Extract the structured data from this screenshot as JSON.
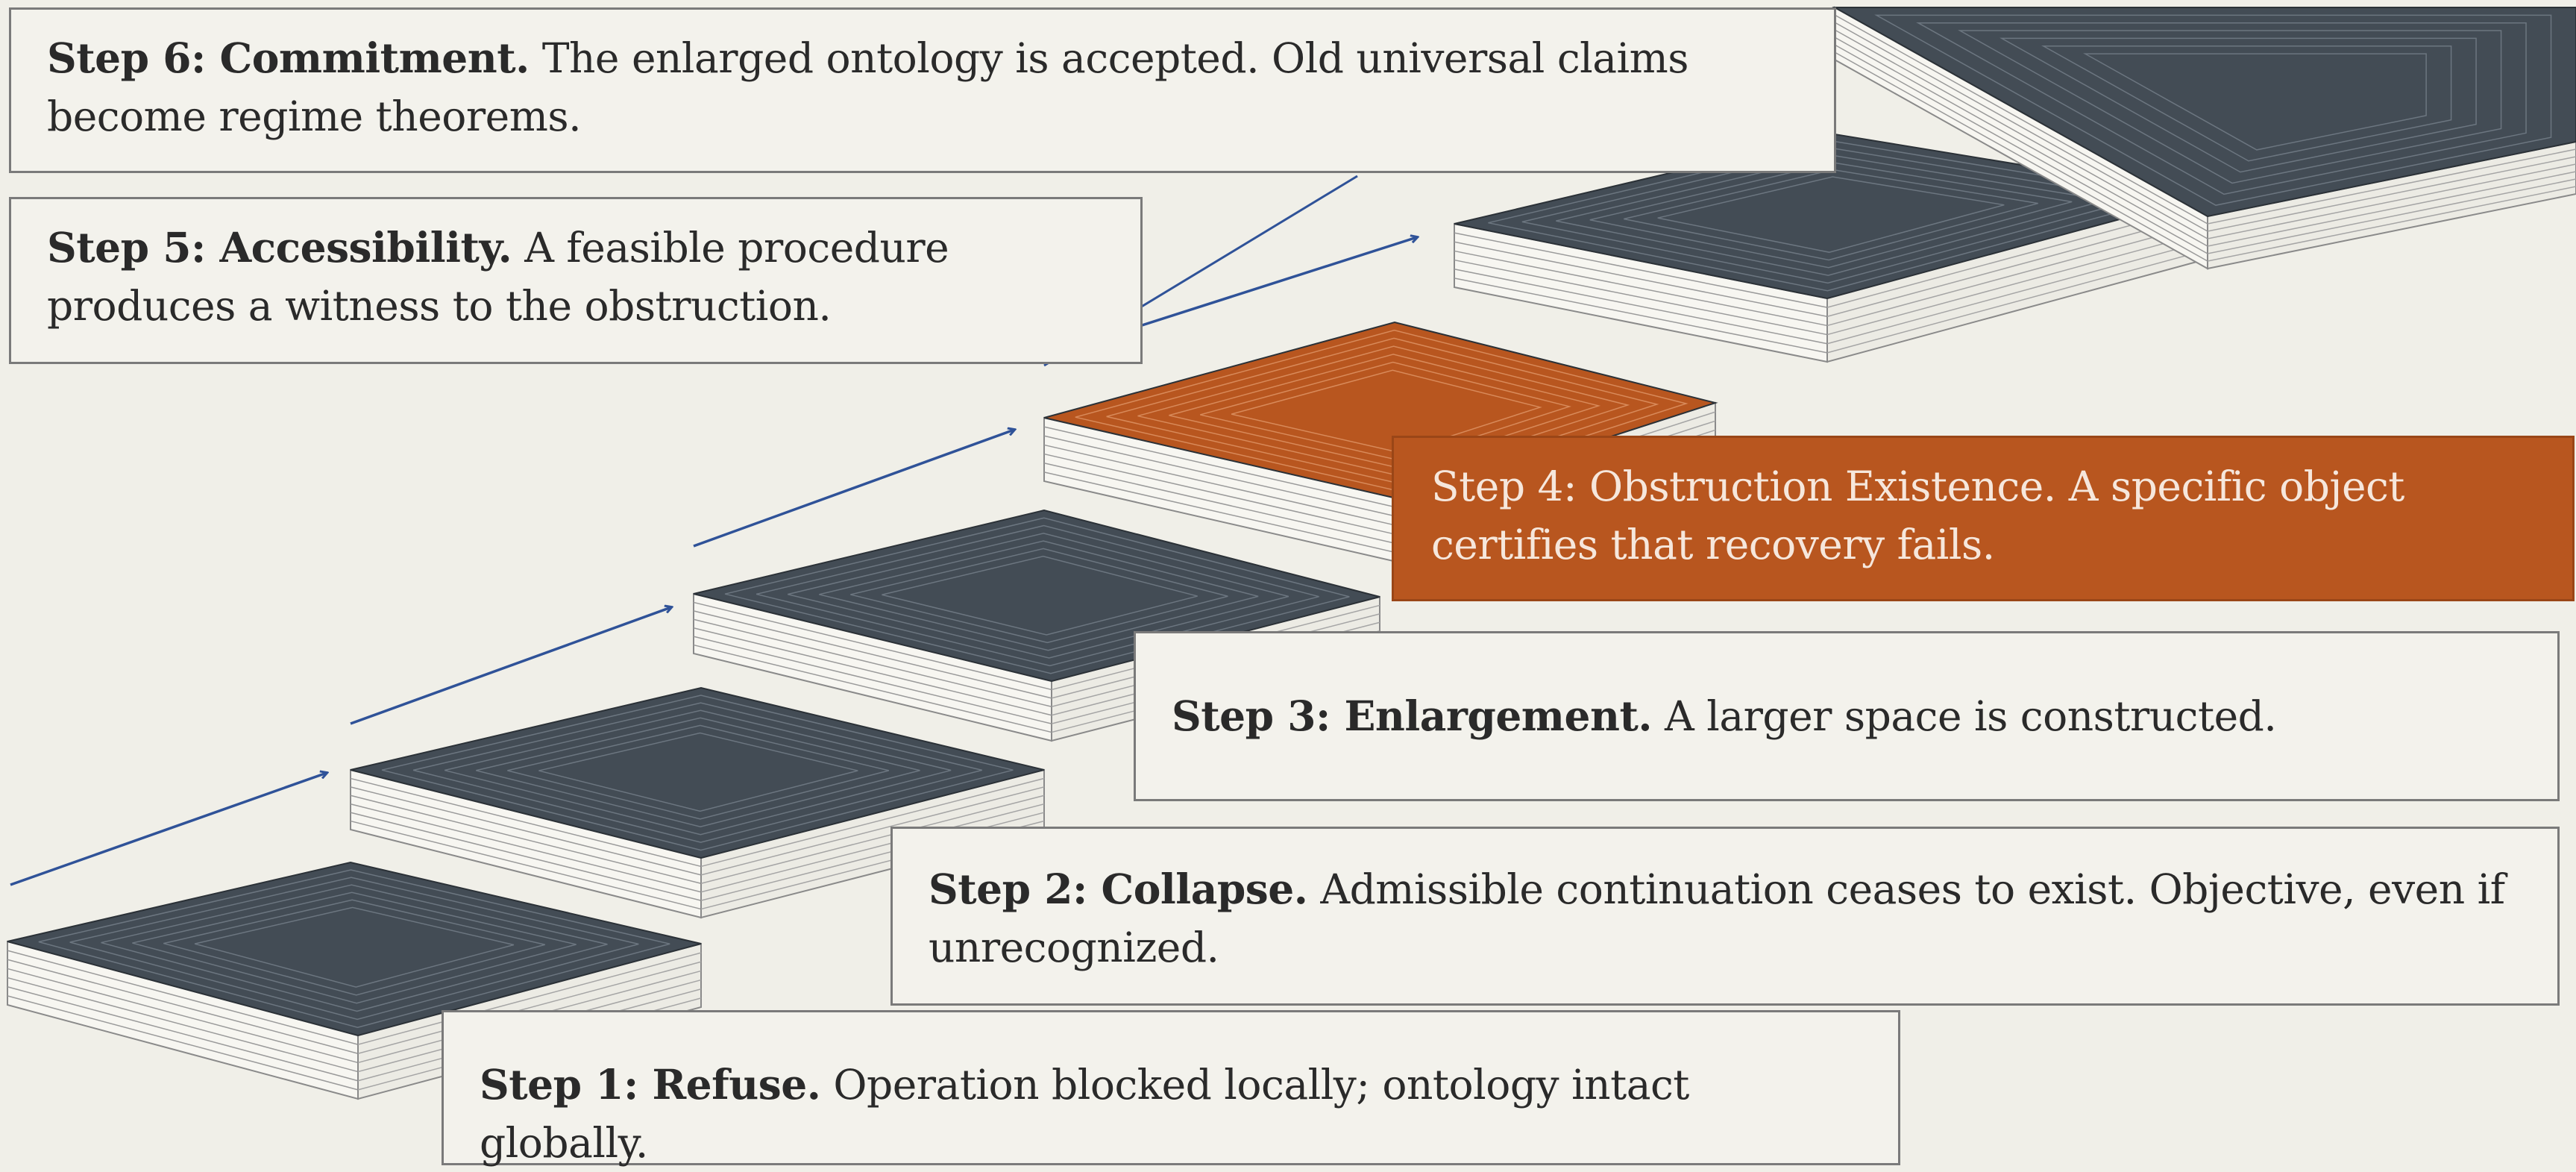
{
  "colors": {
    "background": "#f0efe8",
    "tread": "#434c55",
    "highlight": "#b8561f",
    "arrow": "#2f5298",
    "box_border": "#7a7a7a"
  },
  "steps": [
    {
      "label": "Step 1: Refuse.",
      "text": "Operation blocked locally; ontology intact globally.",
      "highlighted": false
    },
    {
      "label": "Step 2: Collapse.",
      "text": "Admissible continuation ceases to exist. Objective, even if unrecognized.",
      "highlighted": false
    },
    {
      "label": "Step 3: Enlargement.",
      "text": "A larger space is constructed.",
      "highlighted": false
    },
    {
      "label": "Step 4: Obstruction Existence.",
      "text": "A specific object certifies that recovery fails.",
      "highlighted": true
    },
    {
      "label": "Step 5: Accessibility.",
      "text": "A feasible procedure produces a witness to the obstruction.",
      "highlighted": false
    },
    {
      "label": "Step 6: Commitment.",
      "text": "The enlarged ontology is accepted. Old universal claims become regime theorems.",
      "highlighted": false
    }
  ]
}
